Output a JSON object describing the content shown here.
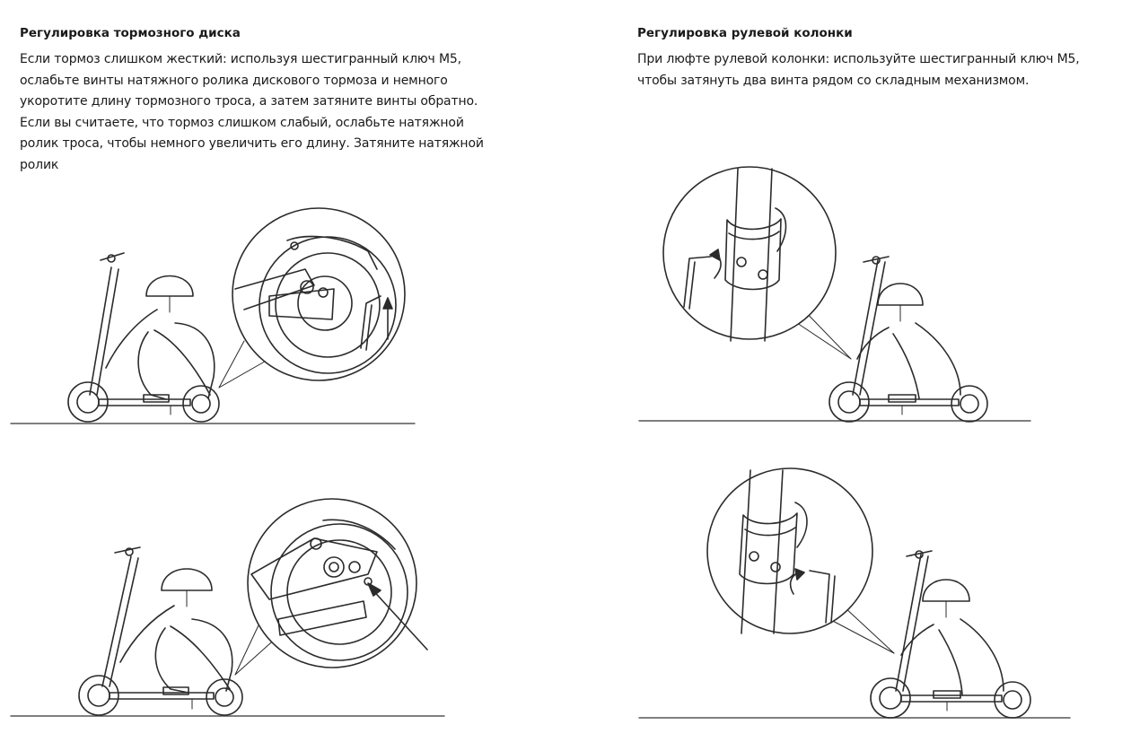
{
  "left_section": {
    "title": "Регулировка тормозного диска",
    "lines": [
      "Если тормоз слишком жесткий: используя шестигранный ключ М5,",
      "ослабьте винты натяжного ролика дискового тормоза и немного",
      "укоротите длину тормозного троса, а затем затяните винты обратно.",
      "Если вы считаете, что тормоз слишком слабый, ослабьте натяжной",
      "ролик троса, чтобы немного увеличить его длину. Затяните натяжной",
      "ролик"
    ]
  },
  "right_section": {
    "title": "Регулировка рулевой колонки",
    "lines": [
      "При люфте рулевой колонки: используйте шестигранный ключ М5,",
      "чтобы затянуть два винта рядом со складным механизмом."
    ]
  }
}
